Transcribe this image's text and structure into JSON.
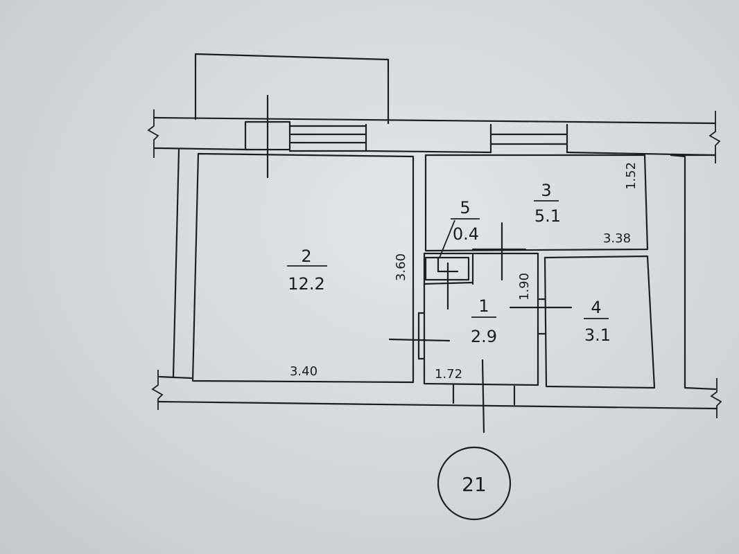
{
  "plan": {
    "rooms": [
      {
        "number": "1",
        "area": "2.9"
      },
      {
        "number": "2",
        "area": "12.2"
      },
      {
        "number": "3",
        "area": "5.1"
      },
      {
        "number": "4",
        "area": "3.1"
      },
      {
        "number": "5",
        "area": "0.4"
      }
    ],
    "dimensions": {
      "room2_width": "3.40",
      "room2_depth": "3.60",
      "room3_width": "3.38",
      "room3_depth": "1.52",
      "room1_width": "1.72",
      "room1_depth": "1.90"
    },
    "apartment_number": "21",
    "line_color": "#1e1e1e",
    "paper_color": "#dcdfe1"
  }
}
